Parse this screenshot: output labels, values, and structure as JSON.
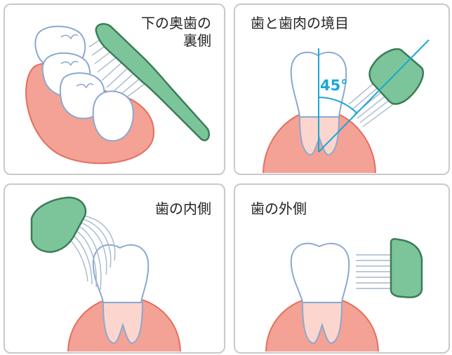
{
  "panels": [
    {
      "caption_line1": "下の奥歯の",
      "caption_line2": "裏側"
    },
    {
      "caption": "歯と歯肉の境目",
      "angle_label": "45°"
    },
    {
      "caption": "歯の内側"
    },
    {
      "caption": "歯の外側"
    }
  ],
  "colors": {
    "gum": "#f4a196",
    "gum_outline": "#e36f5e",
    "tooth_outline": "#8aa9cf",
    "root": "#fcd6ce",
    "brush": "#7cc59a",
    "brush_outline": "#3a7d55",
    "bristle": "#a6b7c8",
    "angle": "#1aa7d8",
    "panel_border": "#c9c9c9"
  }
}
